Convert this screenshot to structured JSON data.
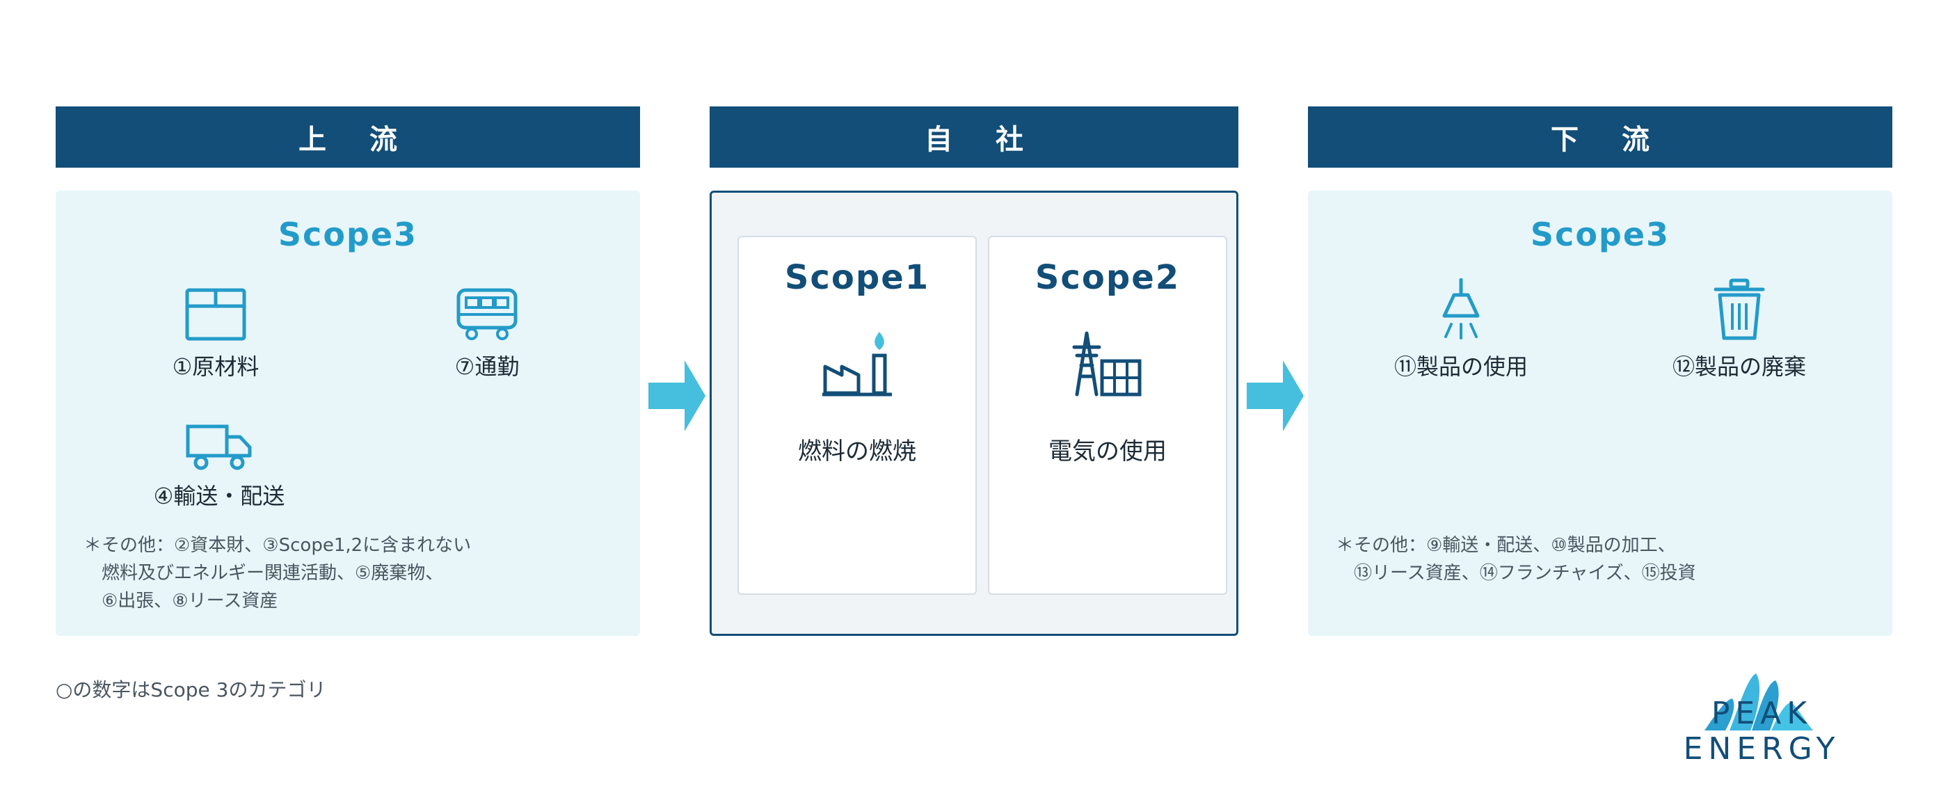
{
  "columns": {
    "upstream": {
      "header": "上流",
      "scope": "Scope3",
      "items": [
        {
          "label": "①原材料",
          "icon": "box-icon"
        },
        {
          "label": "⑦通勤",
          "icon": "train-icon"
        },
        {
          "label": "④輸送・配送",
          "icon": "truck-icon"
        }
      ],
      "note_line1": "＊その他：②資本財、③Scope1,2に含まれない",
      "note_line2": "燃料及びエネルギー関連活動、⑤廃棄物、",
      "note_line3": "⑥出張、⑧リース資産"
    },
    "company": {
      "header": "自社",
      "cards": [
        {
          "title": "Scope1",
          "label": "燃料の燃焼",
          "icon": "factory-flame-icon"
        },
        {
          "title": "Scope2",
          "label": "電気の使用",
          "icon": "power-tower-icon"
        }
      ]
    },
    "downstream": {
      "header": "下流",
      "scope": "Scope3",
      "items": [
        {
          "label": "⑪製品の使用",
          "icon": "lamp-icon"
        },
        {
          "label": "⑫製品の廃棄",
          "icon": "trash-icon"
        }
      ],
      "note_line1": "＊その他：⑨輸送・配送、⑩製品の加工、",
      "note_line2": "⑬リース資産、⑭フランチャイズ、⑮投資"
    }
  },
  "footnote": "○の数字はScope 3のカテゴリ",
  "logo": {
    "text": "PEAK ENERGY"
  },
  "colors": {
    "header_bg": "#124e78",
    "scope3_text": "#239bc9",
    "light_panel": "#e8f6fa",
    "arrow": "#45bfdd"
  }
}
